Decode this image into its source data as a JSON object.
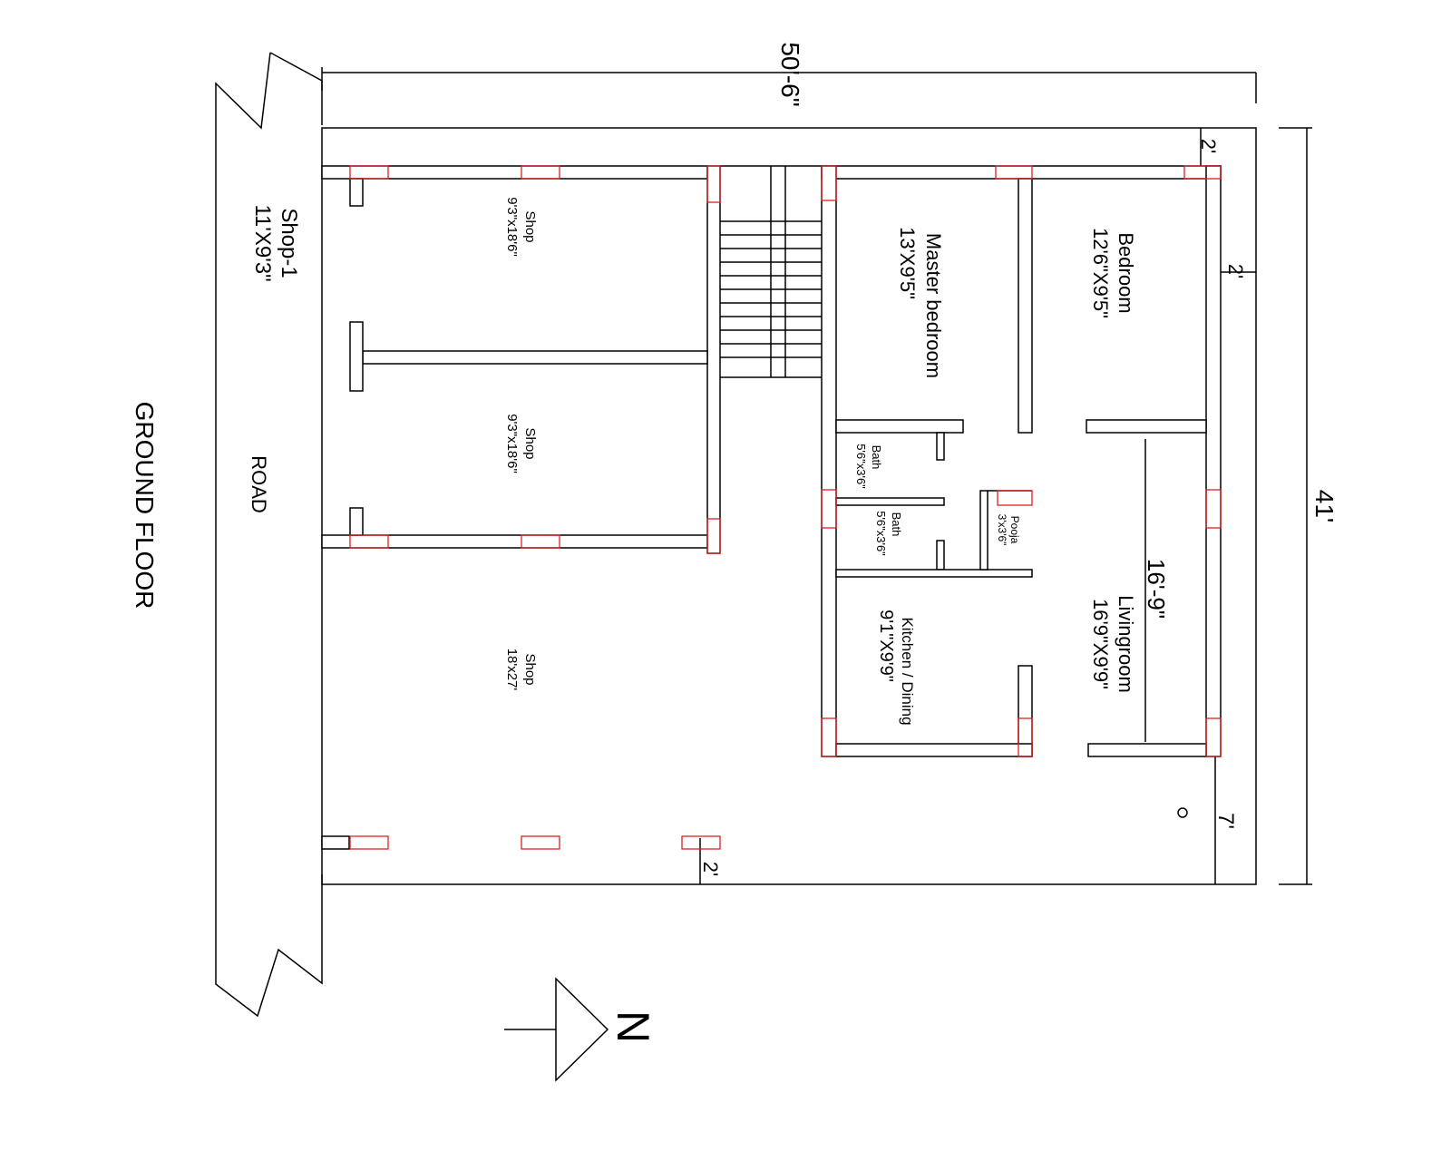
{
  "drawing": {
    "title": "GROUND FLOOR",
    "road_label": "ROAD",
    "north_label": "N",
    "colors": {
      "line": "#000000",
      "column": "#e02020",
      "background": "#ffffff"
    }
  },
  "dimensions": {
    "overall_width": "50'-6\"",
    "overall_depth": "41'",
    "top_setback": "2'",
    "right_setback": "2'",
    "bottom_setback": "2'",
    "rear_setback": "7'",
    "living_dim": "16'-9\""
  },
  "rooms": {
    "shop1": {
      "name": "Shop-1",
      "size": "11'X9'3\""
    },
    "shop_a": {
      "name": "Shop",
      "size": "9'3\"x18'6\""
    },
    "shop_b": {
      "name": "Shop",
      "size": "9'3\"x18'6\""
    },
    "shop_c": {
      "name": "Shop",
      "size": "18'x27'"
    },
    "master_bedroom": {
      "name": "Master bedroom",
      "size": "13'X9'5\""
    },
    "bedroom": {
      "name": "Bedroom",
      "size": "12'6\"X9'5\""
    },
    "bath1": {
      "name": "Bath",
      "size": "5'6\"x3'6\""
    },
    "bath2": {
      "name": "Bath",
      "size": "5'6\"x3'6\""
    },
    "pooja": {
      "name": "Pooja",
      "size": "3'x3'6\""
    },
    "kitchen": {
      "name": "Kitchen / Dining",
      "size": "9'1\"X9'9\""
    },
    "livingroom": {
      "name": "Livingroom",
      "size": "16'9\"X9'9\""
    }
  }
}
